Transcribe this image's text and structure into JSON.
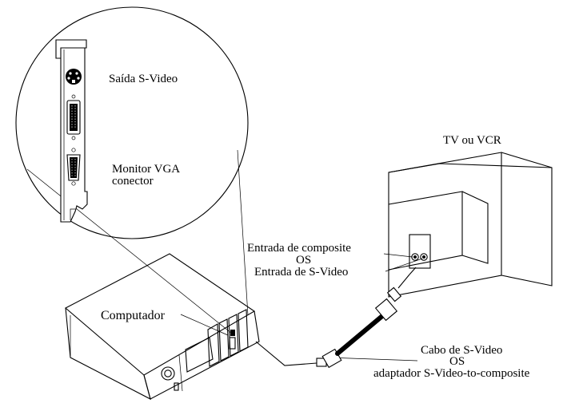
{
  "labels": {
    "s_video_output": "Saída S-Video",
    "vga_line1": "Monitor VGA",
    "vga_line2": "conector",
    "tv_vcr": "TV ou VCR",
    "composite_input": "Entrada de composite",
    "or_1": "OS",
    "s_video_input": "Entrada de S-Video",
    "computer": "Computador",
    "cable_line1": "Cabo de S-Video",
    "or_2": "OS",
    "cable_line2": "adaptador S-Video-to-composite"
  }
}
